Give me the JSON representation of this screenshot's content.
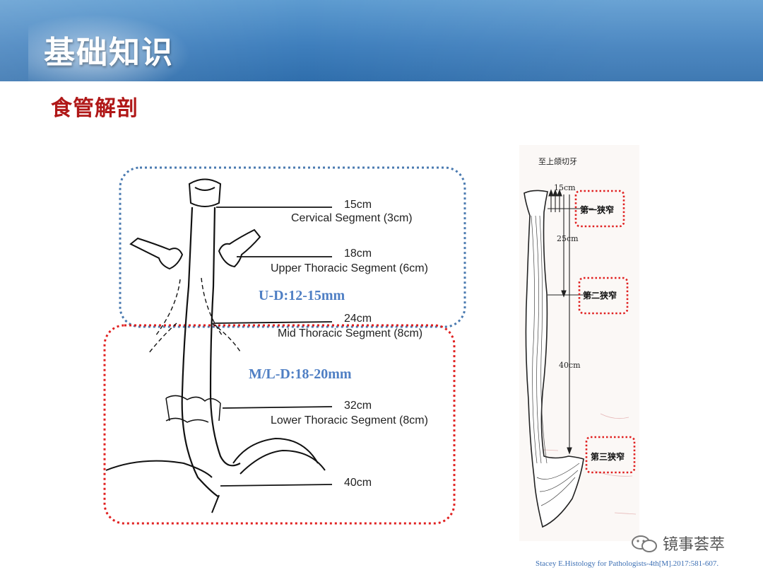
{
  "header": {
    "title": "基础知识",
    "subtitle": "食管解剖"
  },
  "left_figure": {
    "labels": [
      {
        "distance": "15cm",
        "segment": "Cervical Segment (3cm)"
      },
      {
        "distance": "18cm",
        "segment": "Upper Thoracic Segment (6cm)"
      },
      {
        "distance": "24cm",
        "segment": "Mid Thoracic Segment (8cm)"
      },
      {
        "distance": "32cm",
        "segment": "Lower Thoracic Segment (8cm)"
      },
      {
        "distance": "40cm",
        "segment": ""
      }
    ],
    "upper_diameter": "U-D:12-15mm",
    "lower_diameter": "M/L-D:18-20mm"
  },
  "right_figure": {
    "top_label": "至上颌切牙",
    "distances": [
      "15cm",
      "25cm",
      "40cm"
    ],
    "narrowings": [
      "第一狭窄",
      "第二狭窄",
      "第三狭窄"
    ]
  },
  "watermark": "镜事荟萃",
  "citation": "Stacey E.Histology for Pathologists-4th[M].2017:581-607.",
  "colors": {
    "banner": "#3f7fbd",
    "subtitle": "#b01818",
    "measure_text": "#4f7fc4",
    "red_box": "#e02020",
    "blue_box": "#4a7ab0"
  }
}
